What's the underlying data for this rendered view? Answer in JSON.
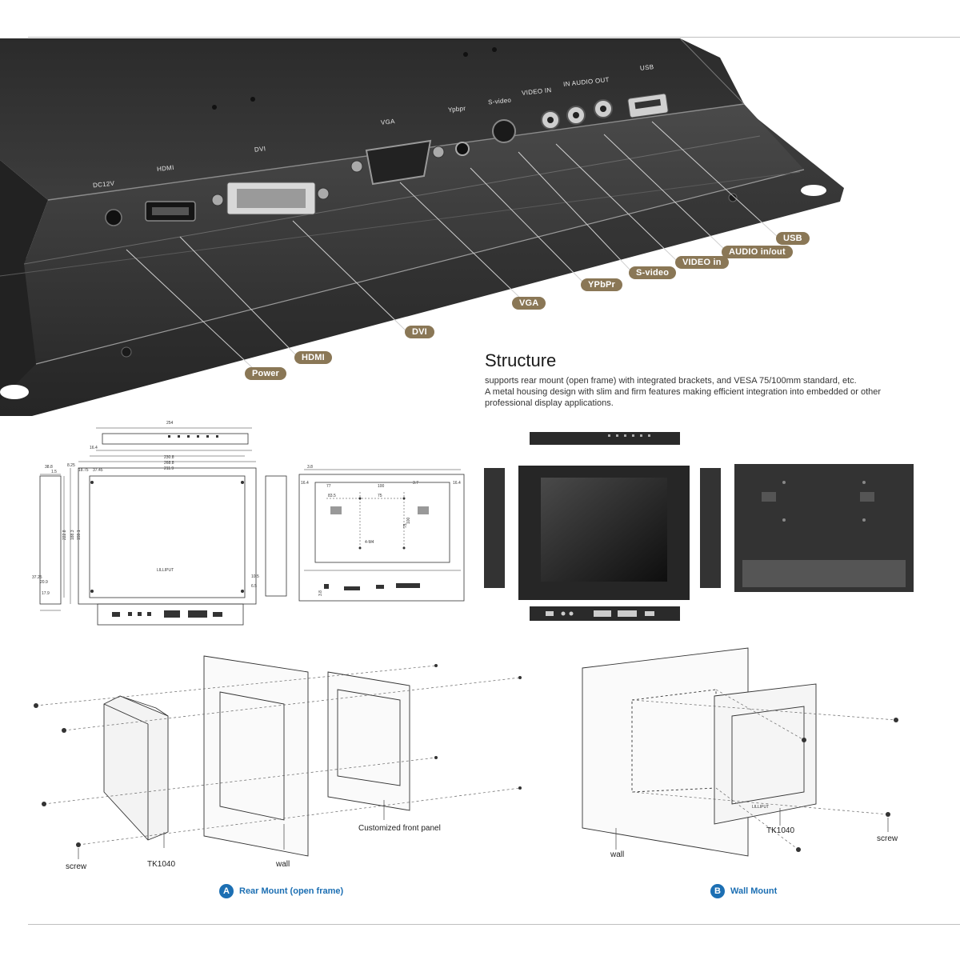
{
  "port_labels": {
    "dc12v": "DC12V",
    "hdmi": "HDMI",
    "dvi": "DVI",
    "vga": "VGA",
    "ypbpr": "Ypbpr",
    "svideo": "S-video",
    "video_in": "VIDEO IN",
    "audio": "IN AUDIO OUT",
    "usb": "USB"
  },
  "callouts": {
    "power": "Power",
    "hdmi": "HDMI",
    "dvi": "DVI",
    "vga": "VGA",
    "ypbpr": "YPbPr",
    "svideo": "S-video",
    "video_in": "VIDEO in",
    "audio": "AUDIO in/out",
    "usb": "USB"
  },
  "structure": {
    "title": "Structure",
    "line1": "supports rear mount (open frame) with integrated brackets, and VESA 75/100mm standard, etc.",
    "line2": "A metal housing design with slim and firm features making efficient integration into embedded or other",
    "line3": "professional display applications."
  },
  "dimensions": {
    "top_width": "254",
    "w1": "230.8",
    "w2": "268.8",
    "w3": "211.9",
    "side_depth": "38.8",
    "s1": "1.5",
    "s2": "8.25",
    "s3": "18.75",
    "s4": "37.45",
    "h1": "222.8",
    "h2": "188.3",
    "h3": "159.1",
    "b1": "37.25",
    "b2": "20.9",
    "b3": "17.9",
    "r1": "10.5",
    "r2": "6.5",
    "l1": "16.4",
    "top_gap": "3.8",
    "vesa1": "77",
    "vesa2": "100",
    "vesa3": "75",
    "vesa4": "100",
    "vesa5": "75",
    "vesa6": "83.5",
    "vesa7": "3.7",
    "vesa8": "16.4",
    "bottom_gap": "3.8",
    "screw": "4-M4",
    "brand": "LILLIPUT"
  },
  "mount": {
    "screw_a": "screw",
    "model_a": "TK1040",
    "wall_a": "wall",
    "front_panel": "Customized front panel",
    "title_a": "Rear Mount (open frame)",
    "badge_a": "A",
    "wall_b": "wall",
    "model_b": "TK1040",
    "screw_b": "screw",
    "title_b": "Wall Mount",
    "badge_b": "B",
    "brand_b": "LILLIPUT"
  },
  "colors": {
    "housing": "#3a3a3a",
    "callout": "#8a7756",
    "accent": "#1c6fb3"
  }
}
